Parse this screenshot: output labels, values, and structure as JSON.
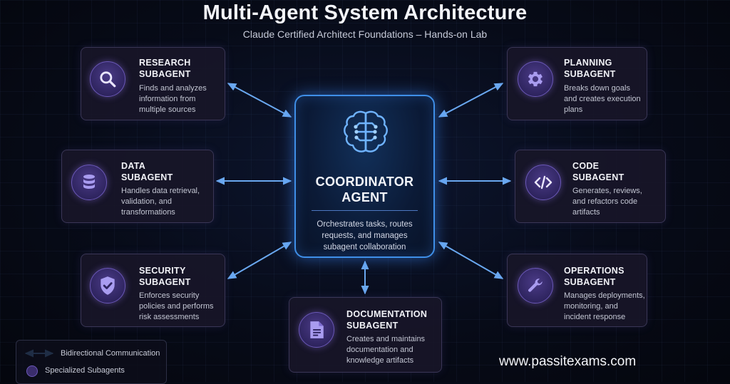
{
  "title": "Multi-Agent System Architecture",
  "subtitle": "Claude Certified Architect Foundations – Hands-on Lab",
  "coordinator": {
    "title_line1": "COORDINATOR",
    "title_line2": "AGENT",
    "desc_lines": [
      "Orchestrates tasks, routes",
      "requests, and manages",
      "subagent collaboration"
    ],
    "icon": "brain-icon"
  },
  "subagents": {
    "research": {
      "title_line1": "RESEARCH",
      "title_line2": "SUBAGENT",
      "desc_lines": [
        "Finds and analyzes",
        "information from",
        "multiple sources"
      ],
      "icon": "search-icon"
    },
    "planning": {
      "title_line1": "PLANNING",
      "title_line2": "SUBAGENT",
      "desc_lines": [
        "Breaks down goals",
        "and creates execution",
        "plans"
      ],
      "icon": "gear-icon"
    },
    "data": {
      "title_line1": "DATA",
      "title_line2": "SUBAGENT",
      "desc_lines": [
        "Handles data retrieval,",
        "validation, and",
        "transformations"
      ],
      "icon": "database-icon"
    },
    "code": {
      "title_line1": "CODE",
      "title_line2": "SUBAGENT",
      "desc_lines": [
        "Generates, reviews,",
        "and refactors code",
        "artifacts"
      ],
      "icon": "code-icon"
    },
    "security": {
      "title_line1": "SECURITY",
      "title_line2": "SUBAGENT",
      "desc_lines": [
        "Enforces security",
        "policies and performs",
        "risk assessments"
      ],
      "icon": "shield-check-icon"
    },
    "operations": {
      "title_line1": "OPERATIONS",
      "title_line2": "SUBAGENT",
      "desc_lines": [
        "Manages deployments,",
        "monitoring, and",
        "incident response"
      ],
      "icon": "wrench-icon"
    },
    "documentation": {
      "title_line1": "DOCUMENTATION",
      "title_line2": "SUBAGENT",
      "desc_lines": [
        "Creates and maintains",
        "documentation and",
        "knowledge artifacts"
      ],
      "icon": "document-icon"
    }
  },
  "legend": {
    "bidirectional": "Bidirectional Communication",
    "specialized": "Specialized Subagents"
  },
  "watermark": "www.passitexams.com",
  "colors": {
    "arrow": "#6aa8f0",
    "coordinator_border": "#3f8fe8",
    "icon_fill": "#a99cf0",
    "icon_circle": "#2f2560"
  }
}
